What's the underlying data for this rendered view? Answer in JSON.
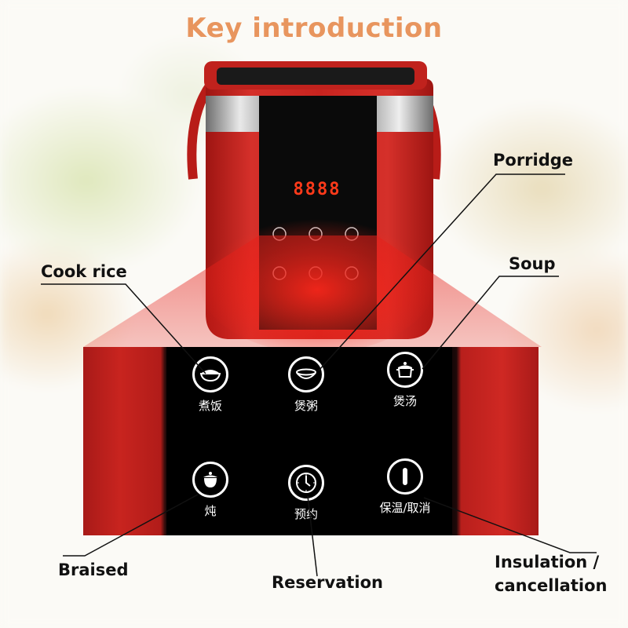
{
  "title": "Key introduction",
  "display": {
    "digits": "8888"
  },
  "buttons": [
    {
      "label": "煮饭",
      "icon": "rice-bowl-icon"
    },
    {
      "label": "煲粥",
      "icon": "porridge-bowl-icon"
    },
    {
      "label": "煲汤",
      "icon": "soup-pot-icon"
    },
    {
      "label": "炖",
      "icon": "stew-pot-icon"
    },
    {
      "label": "预约",
      "icon": "clock-icon"
    },
    {
      "label": "保温/取消",
      "icon": "power-icon"
    }
  ],
  "callouts": {
    "cook_rice": "Cook rice",
    "porridge": "Porridge",
    "soup": "Soup",
    "braised": "Braised",
    "reservation": "Reservation",
    "insulation_1": "Insulation /",
    "insulation_2": "cancellation"
  },
  "colors": {
    "title": "#e8955e",
    "cooker_red": "#c8241f",
    "display_digits": "#ff3a1a",
    "panel": "#000000"
  }
}
